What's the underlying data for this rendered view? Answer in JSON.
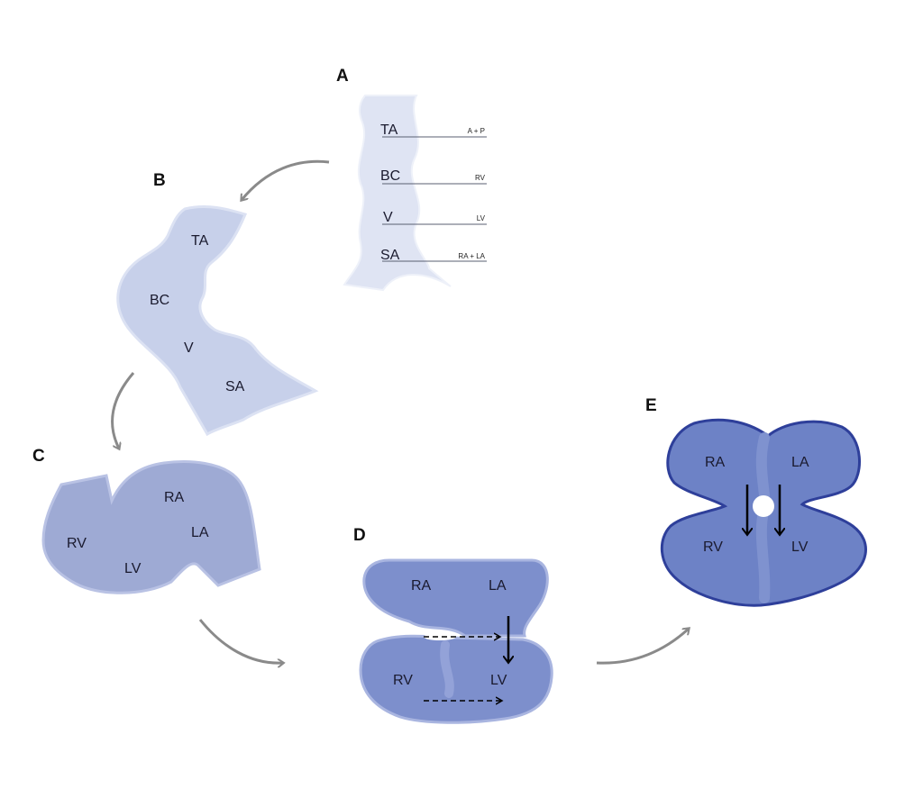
{
  "panels": {
    "a": {
      "letter": "A",
      "regions": [
        "TA",
        "BC",
        "V",
        "SA"
      ],
      "fates": [
        "A + P",
        "RV",
        "LV",
        "RA + LA"
      ]
    },
    "b": {
      "letter": "B",
      "regions": [
        "TA",
        "BC",
        "V",
        "SA"
      ]
    },
    "c": {
      "letter": "C",
      "regions": [
        "RA",
        "LA",
        "RV",
        "LV"
      ]
    },
    "d": {
      "letter": "D",
      "regions": [
        "RA",
        "LA",
        "RV",
        "LV"
      ]
    },
    "e": {
      "letter": "E",
      "regions": [
        "RA",
        "LA",
        "RV",
        "LV"
      ]
    }
  },
  "colors": {
    "stage_a": "#dfe4f3",
    "stage_b": "#c7d0ea",
    "stage_c": "#9eaad4",
    "stage_d": "#7d8fcc",
    "stage_e": "#6d82c6",
    "outline_e": "#2e3f9a",
    "connector": "#8a8a8a",
    "flow_arrow": "#000000"
  }
}
